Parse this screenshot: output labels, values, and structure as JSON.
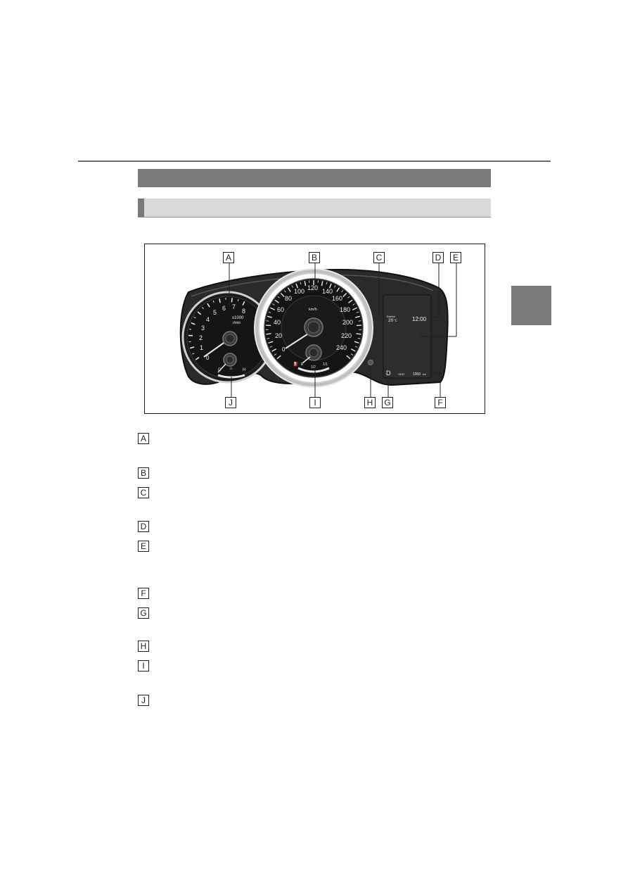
{
  "figure": {
    "callouts": {
      "A": "A",
      "B": "B",
      "C": "C",
      "D": "D",
      "E": "E",
      "F": "F",
      "G": "G",
      "H": "H",
      "I": "I",
      "J": "J"
    },
    "tachometer": {
      "ticks": [
        "1",
        "2",
        "3",
        "4",
        "5",
        "6",
        "7",
        "8"
      ],
      "zero": "0",
      "unit_line1": "x1000",
      "unit_line2": "r/min"
    },
    "speedometer": {
      "ticks": [
        "20",
        "40",
        "60",
        "80",
        "100",
        "120",
        "140",
        "160",
        "180",
        "200",
        "220",
        "240"
      ],
      "zero": "0",
      "unit": "km/h"
    },
    "fuel_gauge": {
      "empty": "E",
      "half": "1/2",
      "full": "1/1"
    },
    "temp_gauge": {
      "cold": "C",
      "hot": "H"
    },
    "display": {
      "outside_temp_label": "Exterior",
      "outside_temp": "20",
      "outside_temp_unit": "°C",
      "clock": "12:00",
      "shift_position": "D",
      "odo_label": "ODO",
      "odometer": "1000",
      "odometer_unit": "km"
    }
  },
  "legend": [
    "A",
    "B",
    "C",
    "D",
    "E",
    "F",
    "G",
    "H",
    "I",
    "J"
  ]
}
